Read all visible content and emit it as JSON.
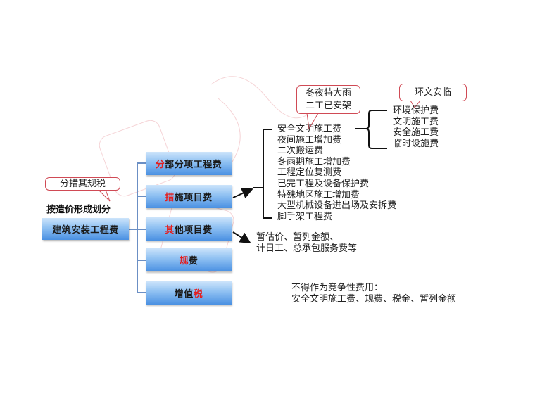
{
  "main": {
    "root_label": "建筑安装工程费",
    "caption": "按造价形成划分",
    "caption_callout": "分措其规税"
  },
  "categories": [
    {
      "highlight": "分",
      "rest": "部分项工程费",
      "suffix_highlight": ""
    },
    {
      "highlight": "措",
      "rest": "施项目费",
      "suffix_highlight": ""
    },
    {
      "highlight": "其",
      "rest": "他项目费",
      "suffix_highlight": ""
    },
    {
      "highlight": "规",
      "rest": "费",
      "suffix_highlight": ""
    },
    {
      "prefix": "增值",
      "highlight": "税"
    }
  ],
  "measures": {
    "callout_lines": [
      "冬夜特大雨",
      "二工已安架"
    ],
    "items": [
      "安全文明施工费",
      "夜间施工增加费",
      "二次搬运费",
      "冬雨期施工增加费",
      "工程定位复测费",
      "已完工程及设备保护费",
      "特殊地区施工增加费",
      "大型机械设备进出场及安拆费",
      "脚手架工程费"
    ]
  },
  "safety": {
    "callout": "环文安临",
    "items": [
      "环境保护费",
      "文明施工费",
      "安全施工费",
      "临时设施费"
    ]
  },
  "other": {
    "lines": [
      "暂估价、暂列金额、",
      "计日工、总承包服务费等"
    ]
  },
  "note": {
    "lines": [
      "不得作为竞争性费用：",
      "安全文明施工费、规费、税金、暂列金额"
    ]
  },
  "colors": {
    "box_top": "#cde4fb",
    "box_bottom": "#4a90e2",
    "highlight": "#e41e1e",
    "connector": "#6b8fc4",
    "callout_border": "#d04a55"
  }
}
